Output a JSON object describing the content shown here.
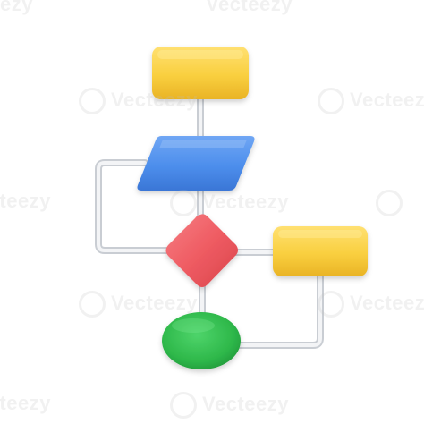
{
  "diagram": {
    "type": "flowchart",
    "nodes": [
      {
        "id": "start",
        "shape": "rounded-rectangle",
        "color": "#F9CF3F"
      },
      {
        "id": "input",
        "shape": "parallelogram",
        "color": "#4D8EEC"
      },
      {
        "id": "decision",
        "shape": "diamond",
        "color": "#EF5C63"
      },
      {
        "id": "process",
        "shape": "rounded-rectangle",
        "color": "#F9CF3F"
      },
      {
        "id": "end",
        "shape": "ellipse",
        "color": "#2EB84A"
      }
    ],
    "connectors": [
      {
        "from": "start",
        "to": "input"
      },
      {
        "from": "input",
        "to": "decision"
      },
      {
        "from": "input",
        "to": "decision",
        "route": "loop-left"
      },
      {
        "from": "decision",
        "to": "process"
      },
      {
        "from": "decision",
        "to": "end"
      },
      {
        "from": "process",
        "to": "end",
        "route": "loop-right"
      }
    ],
    "connector_color": "#E6E8EC"
  },
  "watermark": {
    "text": "Vecteezy"
  }
}
